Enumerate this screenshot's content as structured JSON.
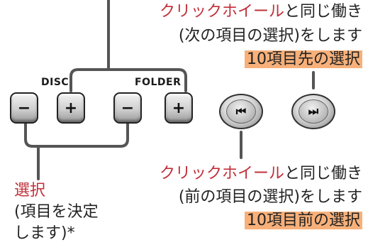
{
  "callouts": {
    "next_line1_red": "クリックホイール",
    "next_line1_rest": "と同じ働き",
    "next_line2": "(次の項目の選択)をします",
    "next_highlight": "10項目先の選択",
    "prev_line1_red": "クリックホイール",
    "prev_line1_rest": "と同じ働き",
    "prev_line2": "(前の項目の選択)をします",
    "prev_highlight": "10項目前の選択",
    "select_title": "選択",
    "select_line2": "(項目を決定",
    "select_line3": "します)*"
  },
  "buttons": {
    "disc_label": "DISC",
    "folder_label": "FOLDER",
    "minus": "−",
    "plus": "+",
    "skip_back_icon": "⏮",
    "skip_forward_icon": "⏭"
  },
  "colors": {
    "accent_red": "#c0303a",
    "highlight": "#f7b07a"
  }
}
